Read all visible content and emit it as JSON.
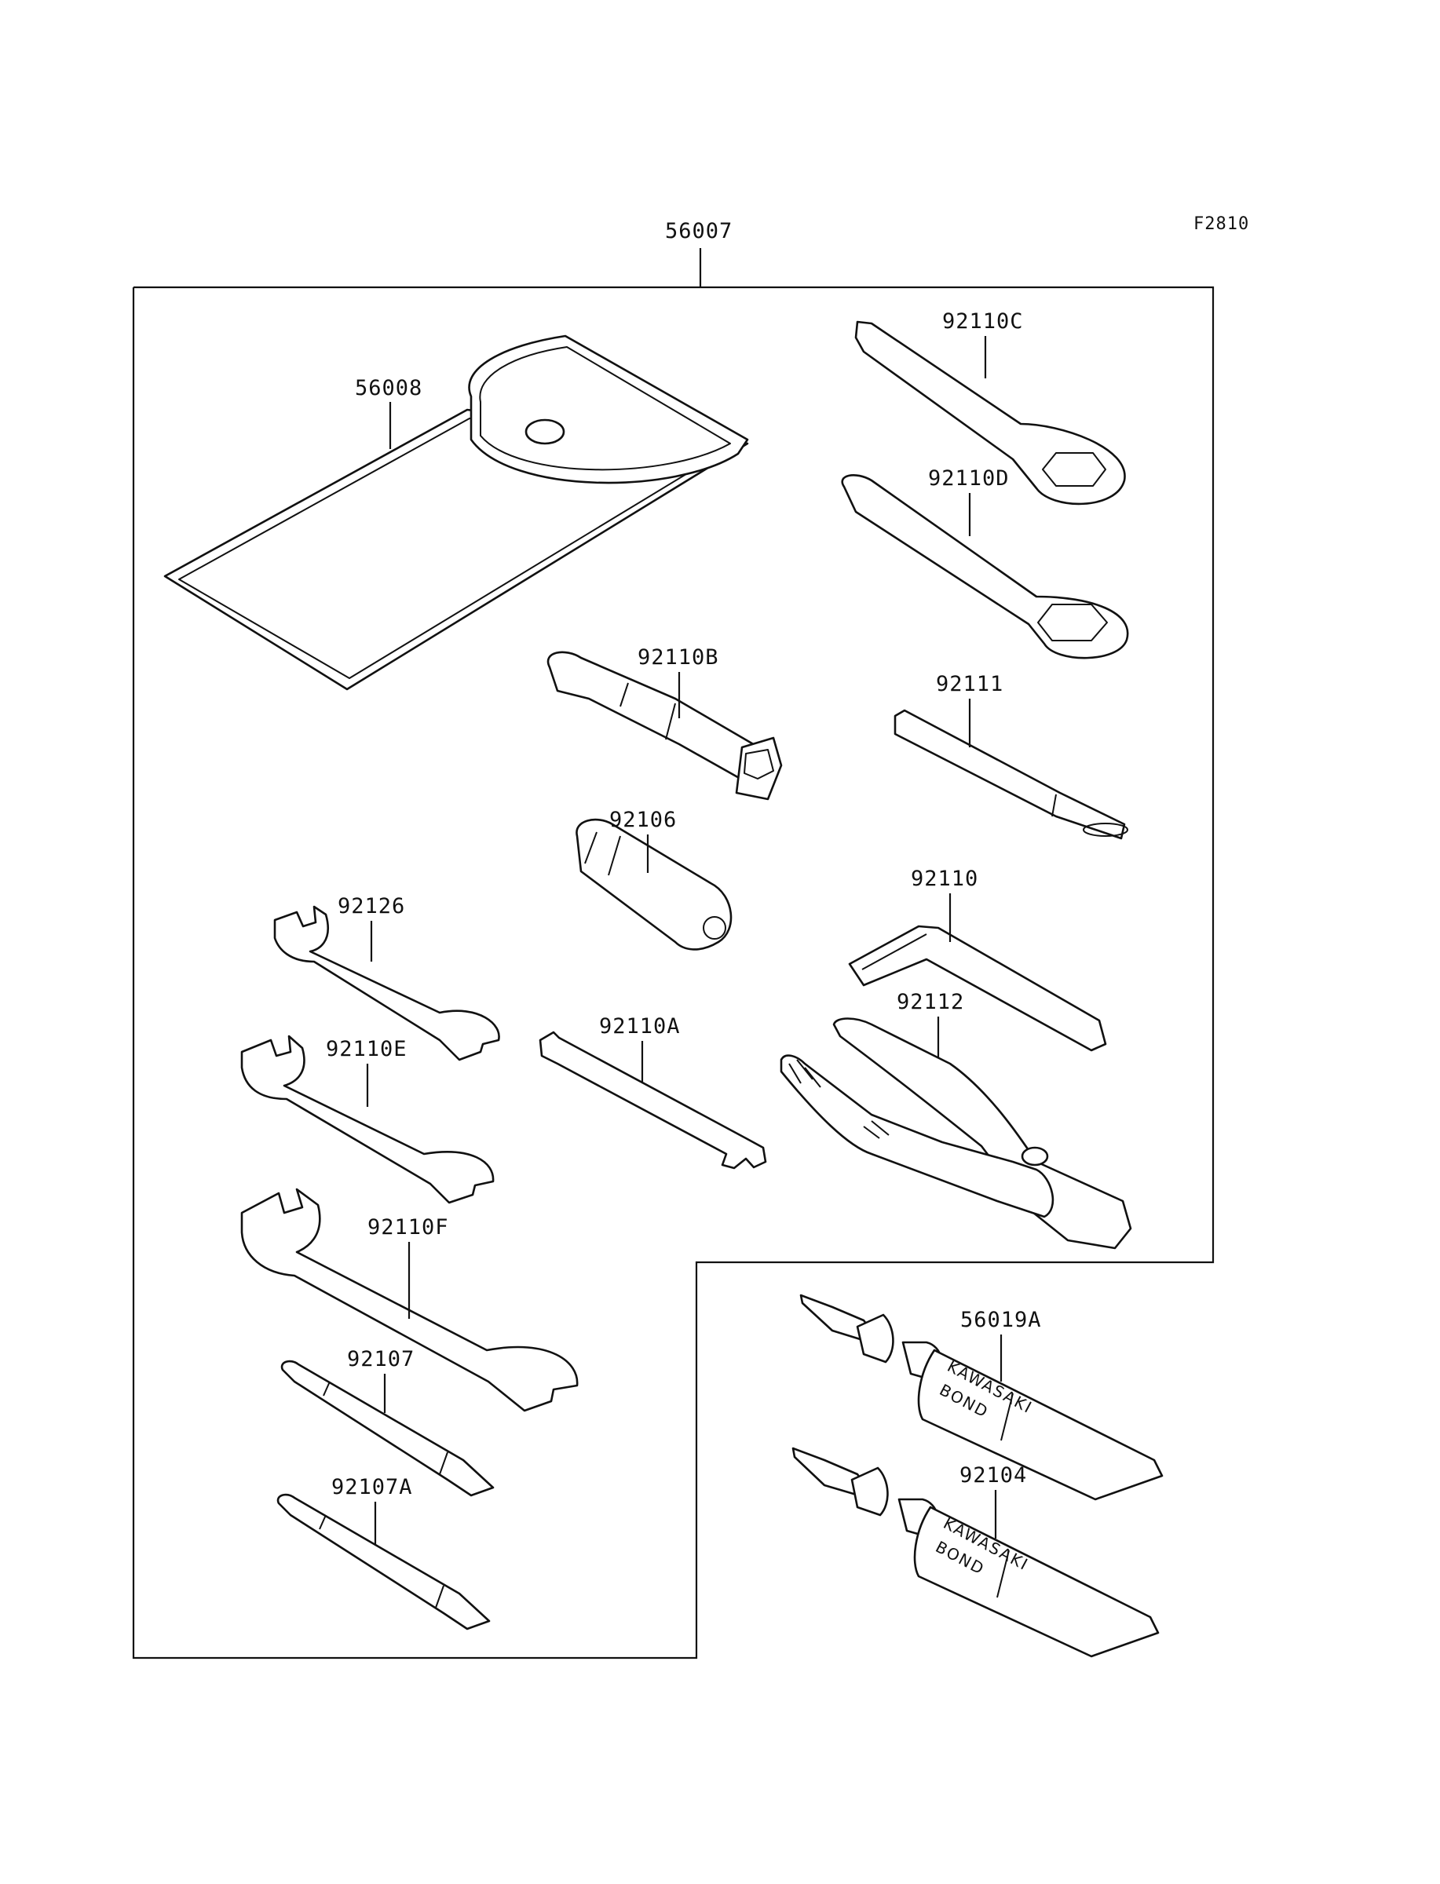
{
  "diagram": {
    "figure_code": "F2810",
    "assembly_label": "56007",
    "parts": {
      "p56008": "56008",
      "p92110C": "92110C",
      "p92110D": "92110D",
      "p92110B": "92110B",
      "p92111": "92111",
      "p92106": "92106",
      "p92110": "92110",
      "p92126": "92126",
      "p92112": "92112",
      "p92110A": "92110A",
      "p92110E": "92110E",
      "p92110F": "92110F",
      "p56019A": "56019A",
      "p92107": "92107",
      "p92104": "92104",
      "p92107A": "92107A"
    },
    "tube_text": {
      "brand": "KAWASAKI",
      "product": "BOND"
    }
  }
}
